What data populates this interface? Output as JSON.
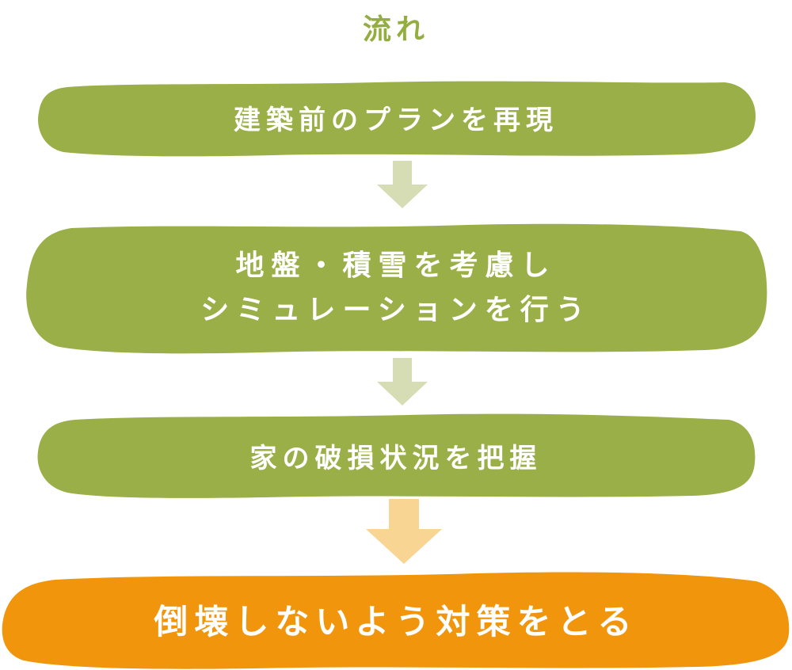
{
  "title": "流れ",
  "colors": {
    "step_green": "#9aaf48",
    "arrow_green": "#d6ddb4",
    "final_orange": "#f0950c",
    "arrow_orange": "#f8d592",
    "title_green": "#93ad3f"
  },
  "steps": [
    {
      "lines": [
        "建築前のプランを再現"
      ]
    },
    {
      "lines": [
        "地盤・積雪を考慮し",
        "シミュレーションを行う"
      ]
    },
    {
      "lines": [
        "家の破損状況を把握"
      ]
    },
    {
      "lines": [
        "倒壊しないよう対策をとる"
      ]
    }
  ]
}
